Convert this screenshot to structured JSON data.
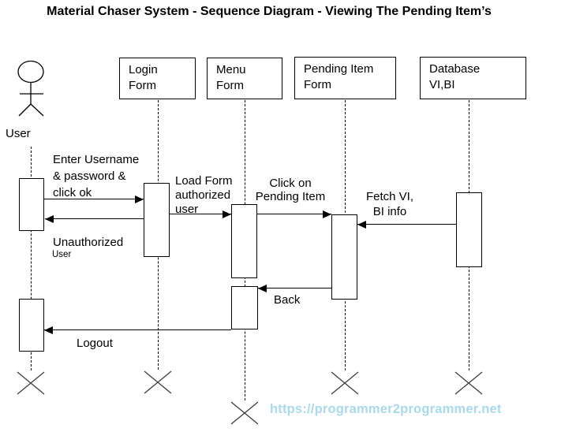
{
  "title": "Material Chaser System - Sequence Diagram - Viewing The Pending Item’s",
  "actor": {
    "name": "User"
  },
  "lifelines": {
    "login": {
      "label": "Login\nForm"
    },
    "menu": {
      "label": "Menu\nForm"
    },
    "pending": {
      "label": "Pending Item\nForm"
    },
    "database": {
      "label": "Database\nVI,BI"
    }
  },
  "messages": {
    "enter": "Enter Username\n& password &\nclick ok",
    "unauthorized": "Unauthorized",
    "unauthorized_sub": "User",
    "load_form": "Load Form\nauthorized\nuser",
    "click_pending": "Click on\nPending Item",
    "fetch": "Fetch VI,\nBI info",
    "back": "Back",
    "logout": "Logout"
  },
  "watermark": "https://programmer2programmer.net",
  "colors": {
    "line": "#000000",
    "destroy_x": "#3d3d3d",
    "watermark": "#a9d9ed"
  }
}
